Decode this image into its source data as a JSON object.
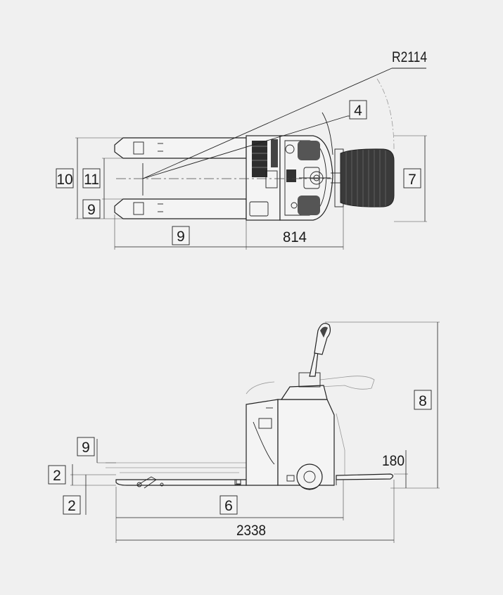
{
  "top_view": {
    "labels": {
      "radius": "R2114",
      "box_4": "4",
      "box_10": "10",
      "box_11": "11",
      "box_9_left": "9",
      "box_7": "7",
      "box_9_bottom": "9",
      "len_814": "814"
    }
  },
  "side_view": {
    "labels": {
      "box_8": "8",
      "box_9": "9",
      "box_2_upper": "2",
      "box_2_lower": "2",
      "h_180": "180",
      "box_6": "6",
      "total_2338": "2338"
    }
  },
  "colors": {
    "background": "#f0f0f0",
    "ink": "#222222",
    "tread": "#3a3a3a"
  }
}
